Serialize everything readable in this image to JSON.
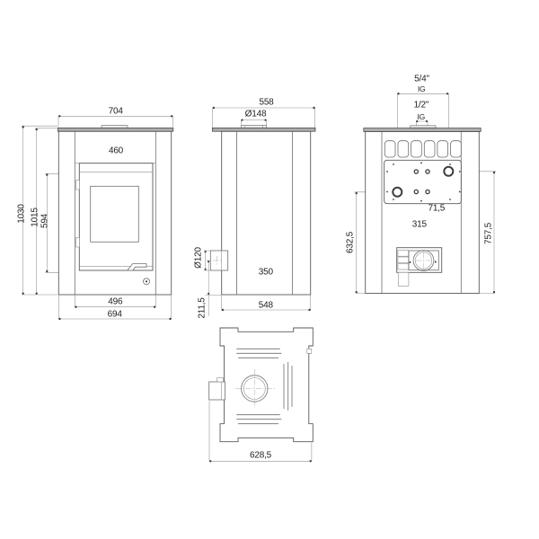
{
  "drawing": {
    "subject": "wood-stove technical drawing, four orthographic views with dimensions",
    "units": "mm",
    "line_color": "#5a5a5a",
    "plate_color": "#adadad",
    "background": "#ffffff"
  },
  "front_view": {
    "top_width": "704",
    "door_width": "460",
    "total_height": "1030",
    "body_height": "1015",
    "door_height": "594",
    "inner_base_width": "496",
    "base_width": "694"
  },
  "side_view": {
    "top_depth": "558",
    "flue_diameter": "Ø148",
    "outlet_diameter": "Ø120",
    "inner_base_depth": "350",
    "base_depth": "548",
    "outlet_height": "211,5"
  },
  "rear_view": {
    "large_fitting": "5/4\"",
    "large_fitting_thread": "IG",
    "small_fitting": "1/2\"",
    "small_fitting_thread": "IG",
    "small_offset": "71,5",
    "fitting_spacing": "315",
    "lower_fitting_height": "632,5",
    "upper_fitting_height": "757,5"
  },
  "top_view": {
    "total_depth": "628,5"
  }
}
